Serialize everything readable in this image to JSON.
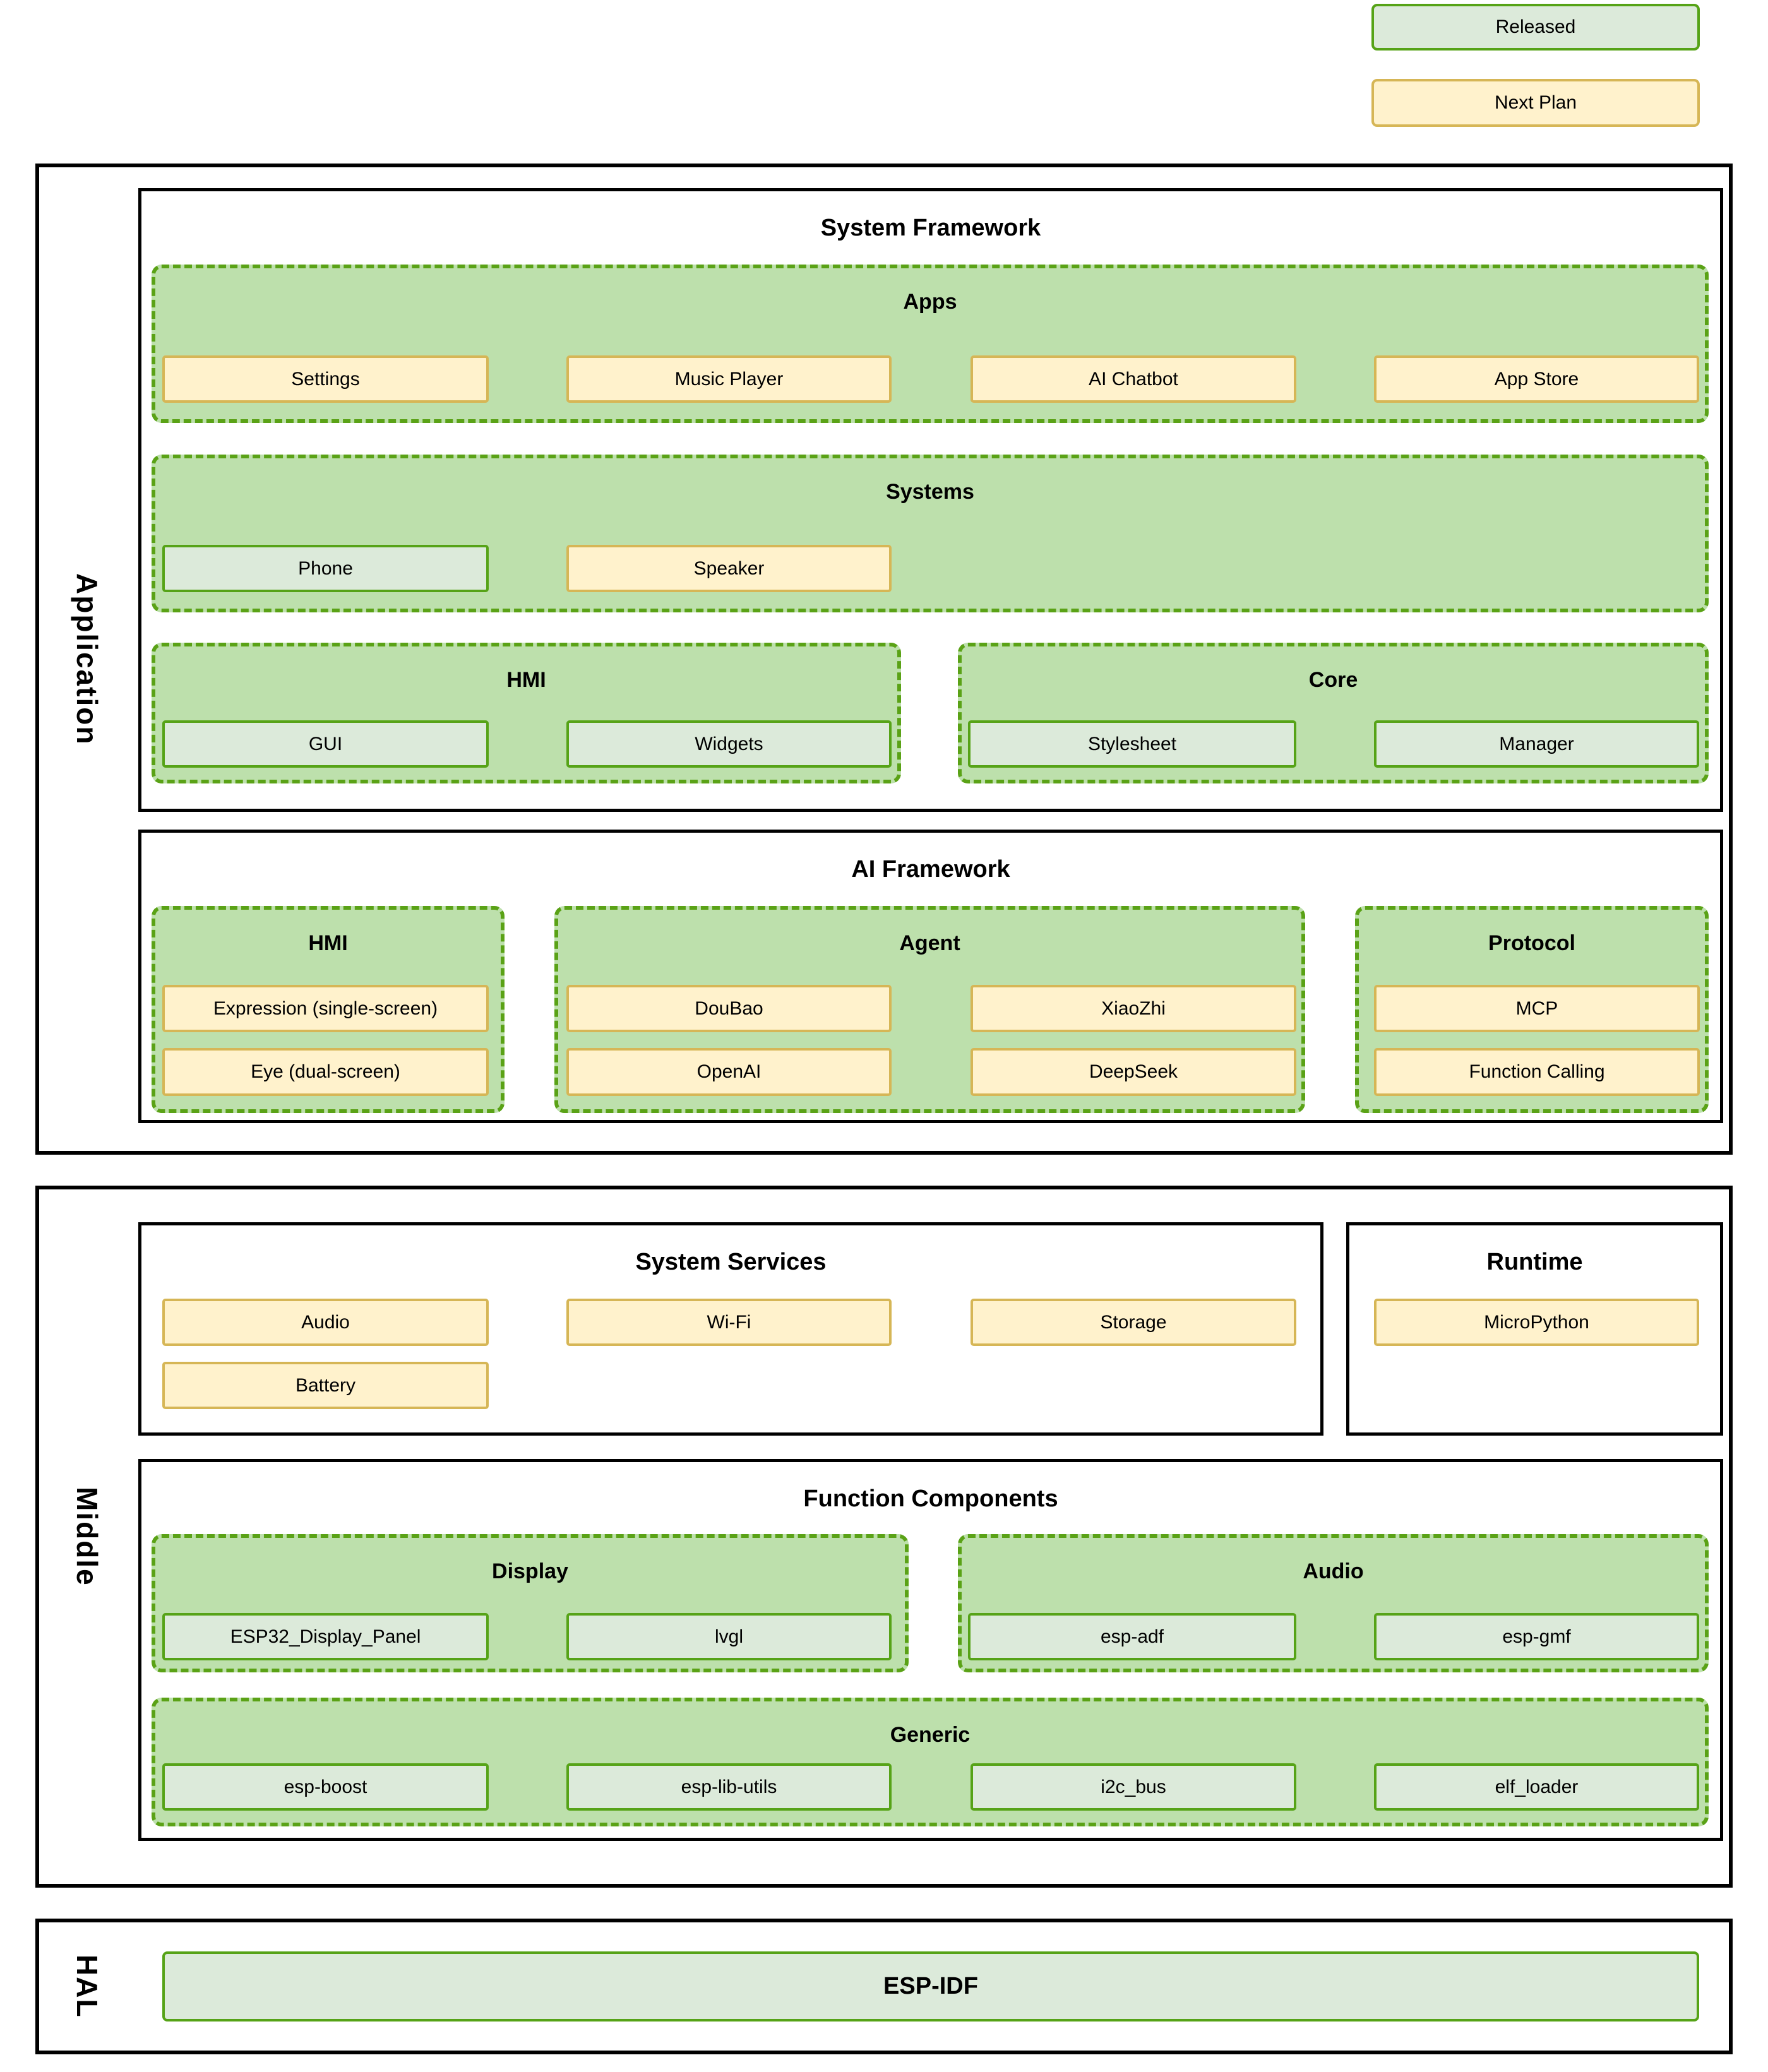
{
  "legend": {
    "items": [
      {
        "label": "Released",
        "status": "released"
      },
      {
        "label": "Next Plan",
        "status": "plan"
      }
    ]
  },
  "colors": {
    "released_fill": "#dceada",
    "released_border": "#56a317",
    "plan_fill": "#fff2cc",
    "plan_border": "#d6b656",
    "group_fill": "#bde0ac",
    "group_border": "#5aa216",
    "outline": "#000000"
  },
  "layers": {
    "application": {
      "label": "Application",
      "system_framework": {
        "title": "System Framework",
        "apps": {
          "title": "Apps",
          "items": [
            {
              "label": "Settings",
              "status": "plan"
            },
            {
              "label": "Music Player",
              "status": "plan"
            },
            {
              "label": "AI Chatbot",
              "status": "plan"
            },
            {
              "label": "App Store",
              "status": "plan"
            }
          ]
        },
        "systems": {
          "title": "Systems",
          "items": [
            {
              "label": "Phone",
              "status": "released"
            },
            {
              "label": "Speaker",
              "status": "plan"
            }
          ]
        },
        "hmi": {
          "title": "HMI",
          "items": [
            {
              "label": "GUI",
              "status": "released"
            },
            {
              "label": "Widgets",
              "status": "released"
            }
          ]
        },
        "core": {
          "title": "Core",
          "items": [
            {
              "label": "Stylesheet",
              "status": "released"
            },
            {
              "label": "Manager",
              "status": "released"
            }
          ]
        }
      },
      "ai_framework": {
        "title": "AI Framework",
        "hmi": {
          "title": "HMI",
          "items": [
            {
              "label": "Expression (single-screen)",
              "status": "plan"
            },
            {
              "label": "Eye (dual-screen)",
              "status": "plan"
            }
          ]
        },
        "agent": {
          "title": "Agent",
          "items": [
            {
              "label": "DouBao",
              "status": "plan"
            },
            {
              "label": "XiaoZhi",
              "status": "plan"
            },
            {
              "label": "OpenAI",
              "status": "plan"
            },
            {
              "label": "DeepSeek",
              "status": "plan"
            }
          ]
        },
        "protocol": {
          "title": "Protocol",
          "items": [
            {
              "label": "MCP",
              "status": "plan"
            },
            {
              "label": "Function Calling",
              "status": "plan"
            }
          ]
        }
      }
    },
    "middle": {
      "label": "Middle",
      "system_services": {
        "title": "System Services",
        "items": [
          {
            "label": "Audio",
            "status": "plan"
          },
          {
            "label": "Wi-Fi",
            "status": "plan"
          },
          {
            "label": "Storage",
            "status": "plan"
          },
          {
            "label": "Battery",
            "status": "plan"
          }
        ]
      },
      "runtime": {
        "title": "Runtime",
        "items": [
          {
            "label": "MicroPython",
            "status": "plan"
          }
        ]
      },
      "function_components": {
        "title": "Function Components",
        "display": {
          "title": "Display",
          "items": [
            {
              "label": "ESP32_Display_Panel",
              "status": "released"
            },
            {
              "label": "lvgl",
              "status": "released"
            }
          ]
        },
        "audio": {
          "title": "Audio",
          "items": [
            {
              "label": "esp-adf",
              "status": "released"
            },
            {
              "label": "esp-gmf",
              "status": "released"
            }
          ]
        },
        "generic": {
          "title": "Generic",
          "items": [
            {
              "label": "esp-boost",
              "status": "released"
            },
            {
              "label": "esp-lib-utils",
              "status": "released"
            },
            {
              "label": "i2c_bus",
              "status": "released"
            },
            {
              "label": "elf_loader",
              "status": "released"
            }
          ]
        }
      }
    },
    "hal": {
      "label": "HAL",
      "items": [
        {
          "label": "ESP-IDF",
          "status": "released"
        }
      ]
    }
  }
}
